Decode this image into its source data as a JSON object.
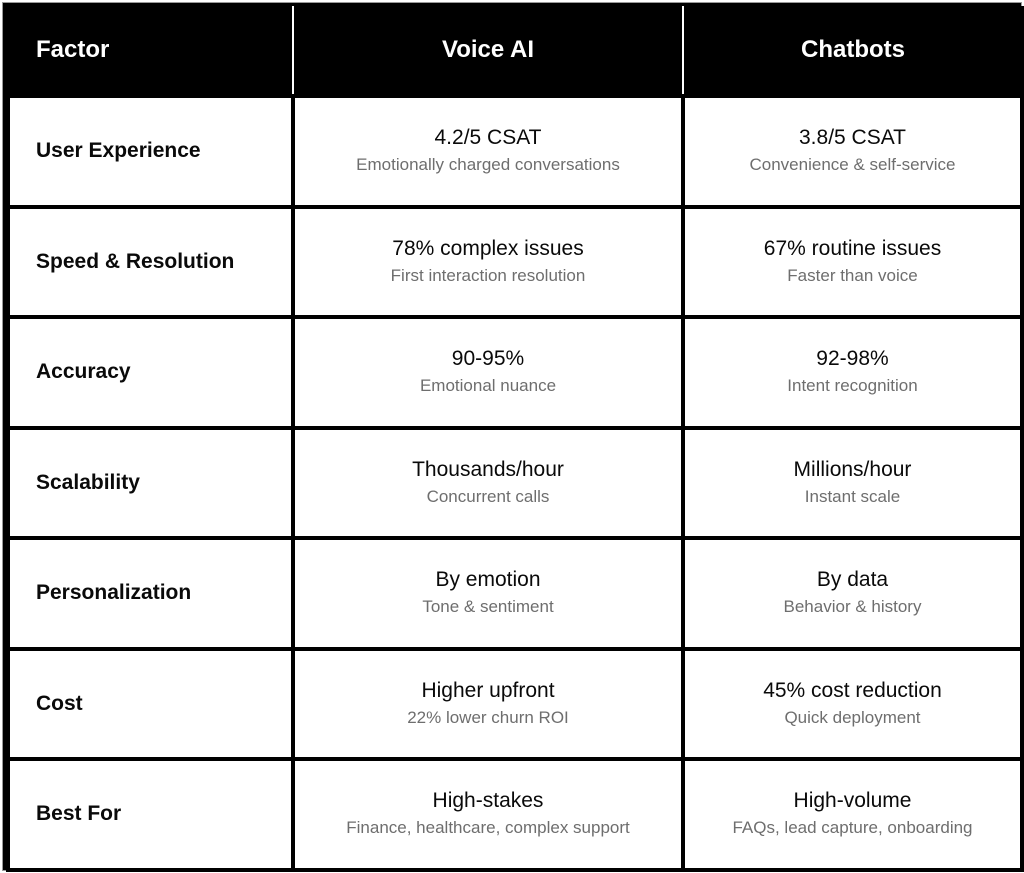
{
  "table": {
    "headers": {
      "factor": "Factor",
      "voice": "Voice AI",
      "chatbots": "Chatbots"
    },
    "rows": [
      {
        "factor": "User Experience",
        "voice": {
          "main": "4.2/5 CSAT",
          "sub": "Emotionally charged conversations"
        },
        "chatbots": {
          "main": "3.8/5 CSAT",
          "sub": "Convenience & self-service"
        }
      },
      {
        "factor": "Speed & Resolution",
        "voice": {
          "main": "78% complex issues",
          "sub": "First interaction resolution"
        },
        "chatbots": {
          "main": "67% routine issues",
          "sub": "Faster than voice"
        }
      },
      {
        "factor": "Accuracy",
        "voice": {
          "main": "90-95%",
          "sub": "Emotional nuance"
        },
        "chatbots": {
          "main": "92-98%",
          "sub": "Intent recognition"
        }
      },
      {
        "factor": "Scalability",
        "voice": {
          "main": "Thousands/hour",
          "sub": "Concurrent calls"
        },
        "chatbots": {
          "main": "Millions/hour",
          "sub": "Instant scale"
        }
      },
      {
        "factor": "Personalization",
        "voice": {
          "main": "By emotion",
          "sub": "Tone & sentiment"
        },
        "chatbots": {
          "main": "By data",
          "sub": "Behavior & history"
        }
      },
      {
        "factor": "Cost",
        "voice": {
          "main": "Higher upfront",
          "sub": "22% lower churn ROI"
        },
        "chatbots": {
          "main": "45% cost reduction",
          "sub": "Quick deployment"
        }
      },
      {
        "factor": "Best For",
        "voice": {
          "main": "High-stakes",
          "sub": "Finance, healthcare, complex support"
        },
        "chatbots": {
          "main": "High-volume",
          "sub": "FAQs, lead capture, onboarding"
        }
      }
    ]
  },
  "colors": {
    "header_bg": "#000000",
    "header_text": "#ffffff",
    "border": "#000000",
    "cell_bg": "#ffffff",
    "main_text": "#0a0a0a",
    "sub_text": "#6e6e6e"
  }
}
